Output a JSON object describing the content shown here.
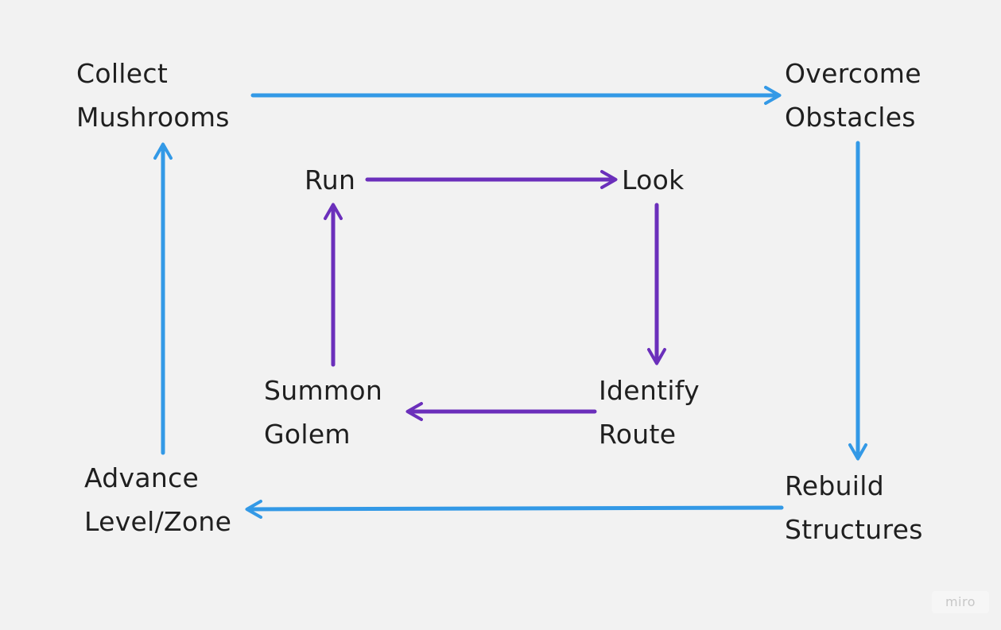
{
  "colors": {
    "outer_loop": "#3399e6",
    "inner_loop": "#6b2fbb",
    "text": "#1f1f1f",
    "background": "#f2f2f2"
  },
  "outer_loop": {
    "collect": [
      "Collect",
      "Mushrooms"
    ],
    "overcome": [
      "Overcome",
      "Obstacles"
    ],
    "rebuild": [
      "Rebuild",
      "Structures"
    ],
    "advance": [
      "Advance",
      "Level/Zone"
    ]
  },
  "inner_loop": {
    "run": [
      "Run"
    ],
    "look": [
      "Look"
    ],
    "identify": [
      "Identify",
      "Route"
    ],
    "summon": [
      "Summon",
      "Golem"
    ]
  },
  "watermark": "miro"
}
